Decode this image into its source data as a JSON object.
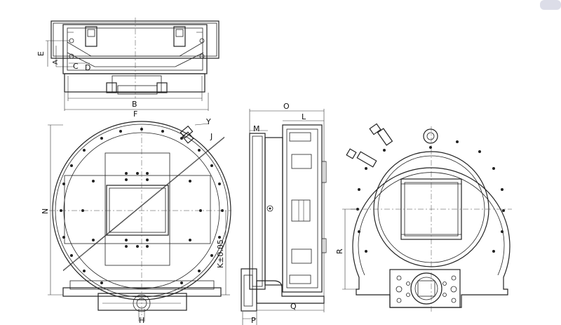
{
  "labels": {
    "A": "A",
    "B": "B",
    "C": "C",
    "D": "D",
    "E": "E",
    "F": "F",
    "H": "H",
    "J": "J",
    "K": "K±0.05",
    "L": "L",
    "M": "M",
    "N": "N",
    "O": "O",
    "P": "P",
    "Q": "Q",
    "R": "R",
    "Y": "Y"
  }
}
